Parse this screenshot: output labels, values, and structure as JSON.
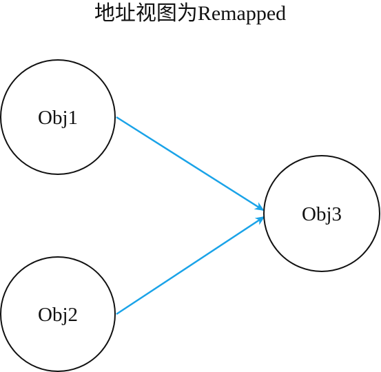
{
  "title": "地址视图为Remapped",
  "colors": {
    "edge": "#1aa3e8",
    "node_stroke": "#111111",
    "text": "#111111"
  },
  "nodes": [
    {
      "id": "obj1",
      "label": "Obj1"
    },
    {
      "id": "obj2",
      "label": "Obj2"
    },
    {
      "id": "obj3",
      "label": "Obj3"
    }
  ],
  "edges": [
    {
      "from": "obj1",
      "to": "obj3",
      "style": "arrow"
    },
    {
      "from": "obj2",
      "to": "obj3",
      "style": "arrow"
    }
  ]
}
